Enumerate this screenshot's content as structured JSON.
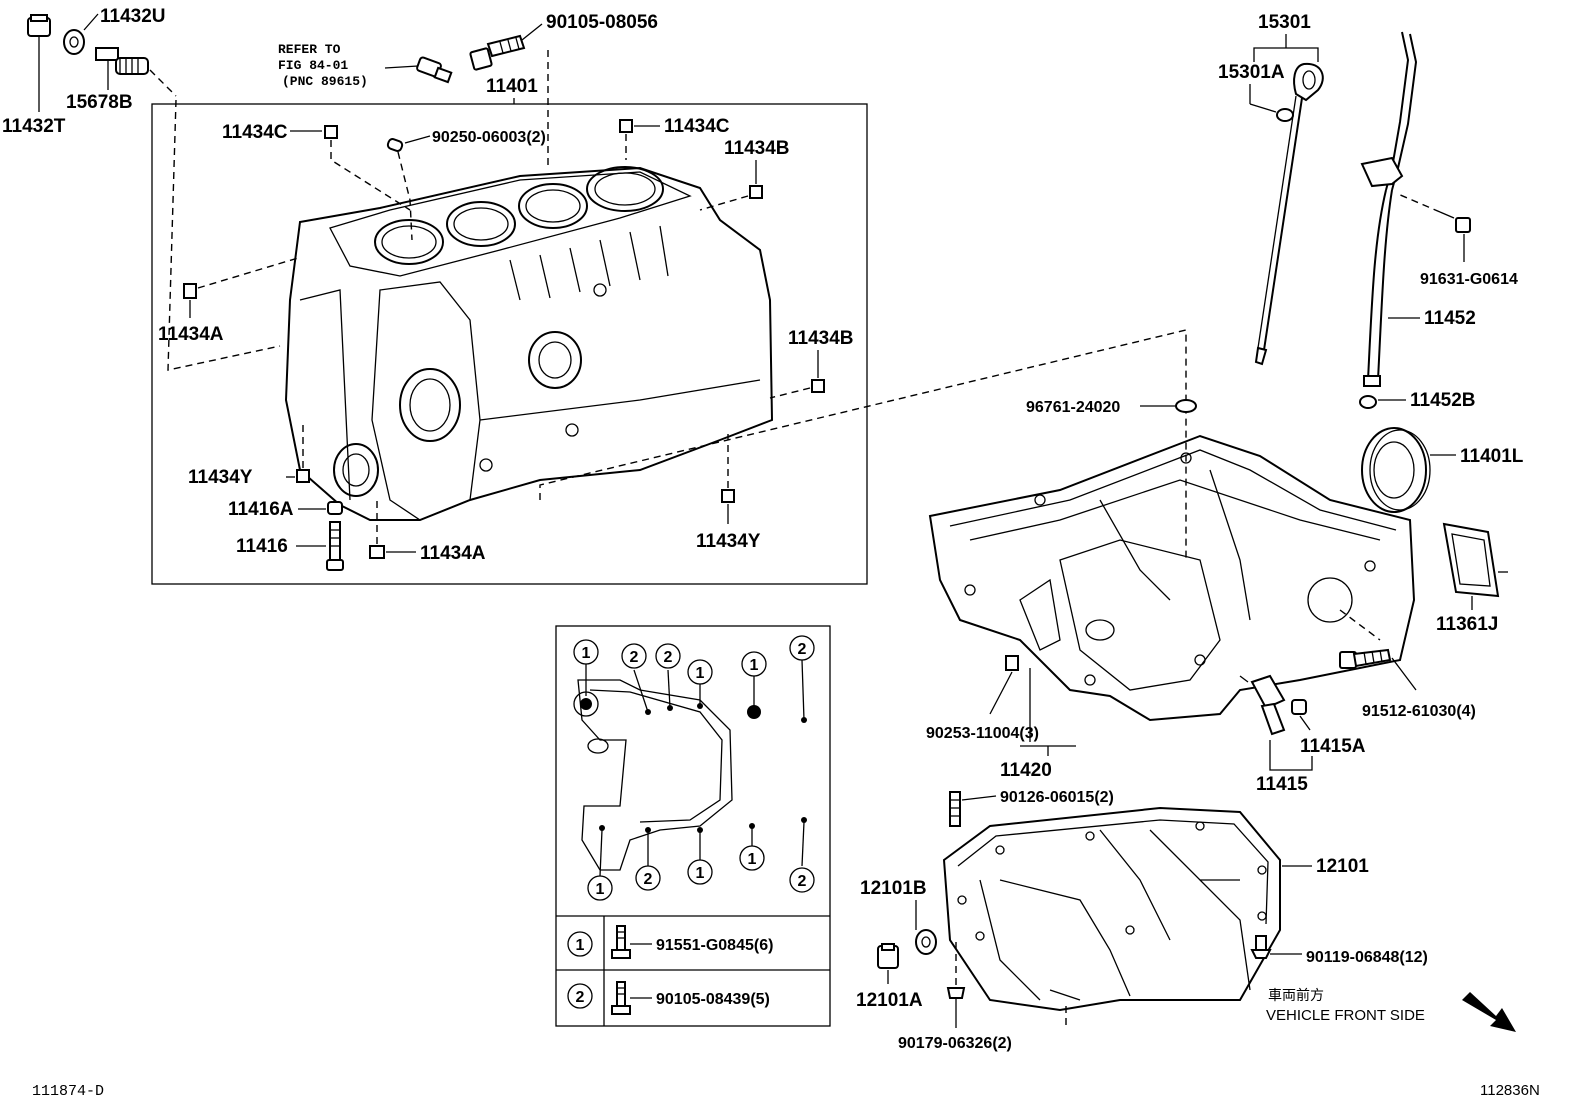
{
  "labels": {
    "p11432U": "11432U",
    "p11432T": "11432T",
    "p15678B": "15678B",
    "refer_line1": "REFER TO",
    "refer_line2": "FIG 84-01",
    "refer_line3": "(PNC 89615)",
    "p90105_08056": "90105-08056",
    "p11401": "11401",
    "p11434C_left": "11434C",
    "p90250_06003": "90250-06003(2)",
    "p11434C_right": "11434C",
    "p11434B_top": "11434B",
    "p11434A_left": "11434A",
    "p11434B_right": "11434B",
    "p11434Y_left": "11434Y",
    "p11416A": "11416A",
    "p11416": "11416",
    "p11434A_bottom": "11434A",
    "p11434Y_right": "11434Y",
    "p15301": "15301",
    "p15301A": "15301A",
    "p91631_G0614": "91631-G0614",
    "p11452": "11452",
    "p11452B": "11452B",
    "p96761_24020": "96761-24020",
    "p11401L": "11401L",
    "p11361J": "11361J",
    "p91512_61030": "91512-61030(4)",
    "p90253_11004": "90253-11004(3)",
    "p11420": "11420",
    "p11415A": "11415A",
    "p11415": "11415",
    "p90126_06015": "90126-06015(2)",
    "p12101": "12101",
    "p12101B": "12101B",
    "p12101A": "12101A",
    "p90119_06848": "90119-06848(12)",
    "p90179_06326": "90179-06326(2)",
    "jp_front": "車両前方",
    "vehicle_front": "VEHICLE FRONT SIDE",
    "fig_left": "111874-D",
    "fig_right": "112836N"
  },
  "bolt_legend": {
    "rows": [
      {
        "num": "1",
        "part": "91551-G0845(6)"
      },
      {
        "num": "2",
        "part": "90105-08439(5)"
      }
    ]
  },
  "bolt_pattern": {
    "top_marks": [
      "1",
      "2",
      "2",
      "1",
      "1",
      "2"
    ],
    "bottom_marks": [
      "1",
      "2",
      "1",
      "1",
      "2"
    ]
  }
}
